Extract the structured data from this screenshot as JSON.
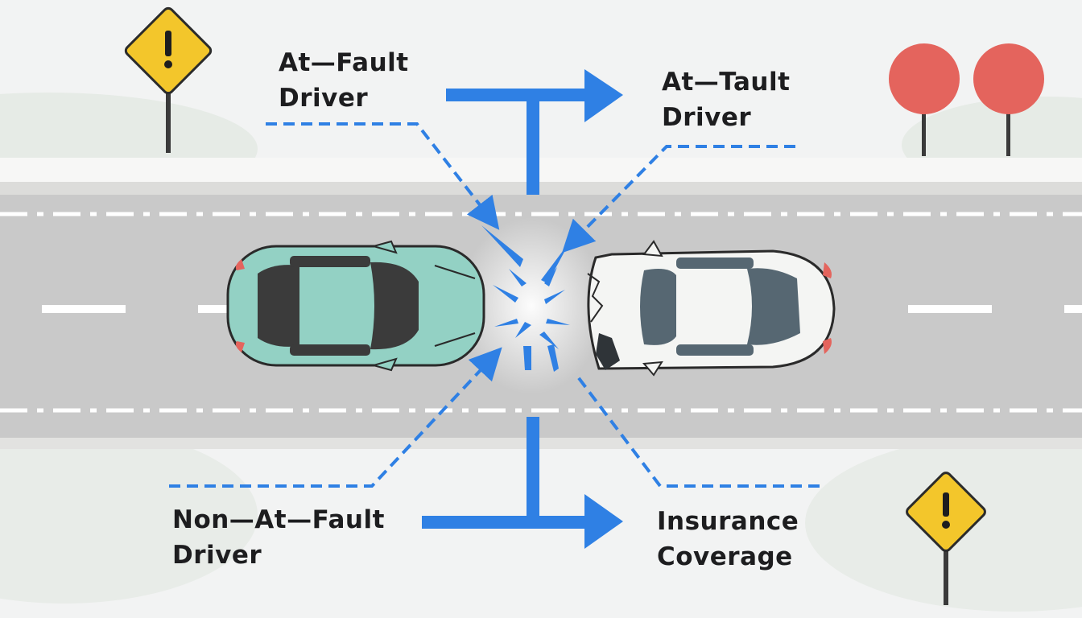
{
  "labels": {
    "top_left": "At—Fault\nDriver",
    "top_right": "At—Tault\nDriver",
    "bottom_left": "Non—At—Fault\nDriver",
    "bottom_right": "Insurance\nCoverage"
  },
  "colors": {
    "background": "#f2f3f3",
    "road": "#c9c9c9",
    "arrow_blue": "#2f80e4",
    "car_left": "#93d1c4",
    "car_right": "#f4f5f3",
    "warning_sign": "#f3c62b",
    "stop_sign": "#e4645d"
  },
  "icons": {
    "signs": [
      "warning-sign-icon",
      "red-sign-icon",
      "red-sign-icon",
      "warning-sign-icon"
    ],
    "vehicles": [
      "teal-car-icon",
      "white-car-icon"
    ],
    "impact": "impact-burst-icon"
  }
}
